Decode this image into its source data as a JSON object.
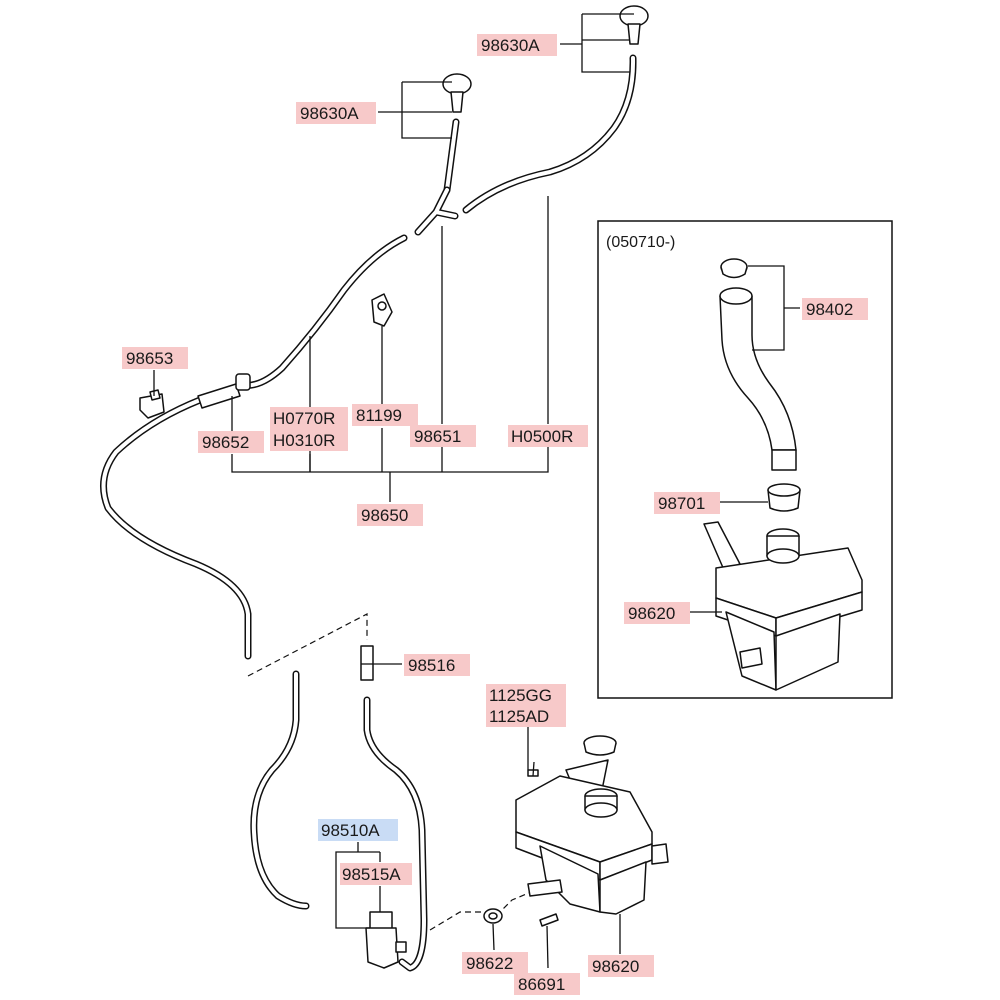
{
  "inset": {
    "date_range": "(050710-)"
  },
  "labels": {
    "nozzle_right": "98630A",
    "nozzle_left": "98630A",
    "connector_98653": "98653",
    "hose_h0770r": "H0770R",
    "hose_h0310r": "H0310R",
    "clip_81199": "81199",
    "hose_98652": "98652",
    "hose_98651": "98651",
    "hose_h0500r": "H0500R",
    "hose_assy_98650": "98650",
    "connector_98516": "98516",
    "bolt_1125gg": "1125GG",
    "bolt_1125ad": "1125AD",
    "pump_98510a": "98510A",
    "seal_98515a": "98515A",
    "grommet_98622": "98622",
    "bolt_86691": "86691",
    "reservoir_main": "98620",
    "inset_cap_98402": "98402",
    "inset_filter_98701": "98701",
    "inset_reservoir_98620": "98620"
  }
}
